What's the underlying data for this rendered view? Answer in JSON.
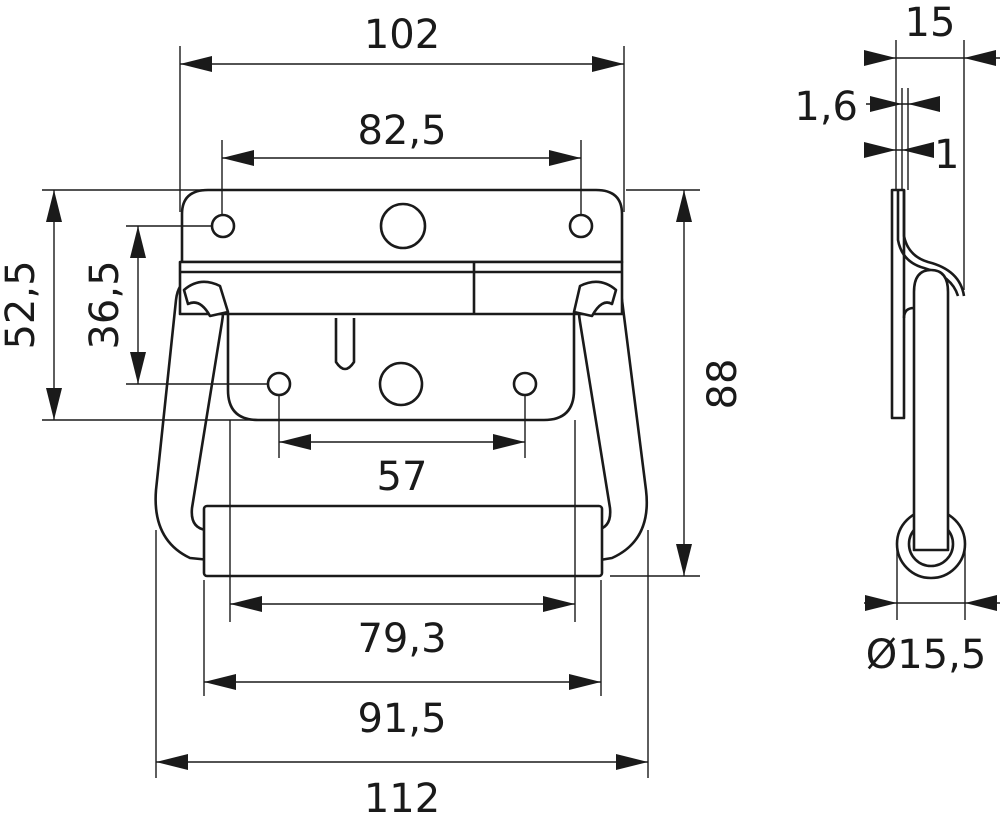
{
  "diagram": {
    "front_view": {
      "dimensions": {
        "overall_plate_width": "102",
        "plate_hole_spacing": "82,5",
        "plate_height": "52,5",
        "inner_hole_height": "36,5",
        "lower_hole_spacing": "57",
        "grip_inner_width": "79,3",
        "grip_width": "91,5",
        "overall_width": "112",
        "overall_height": "88"
      }
    },
    "side_view": {
      "dimensions": {
        "depth": "15",
        "plate_thickness": "1,6",
        "wire_thickness": "1",
        "grip_diameter": "Ø15,5"
      }
    },
    "colors": {
      "line": "#1a1a1a",
      "background": "#ffffff"
    }
  }
}
